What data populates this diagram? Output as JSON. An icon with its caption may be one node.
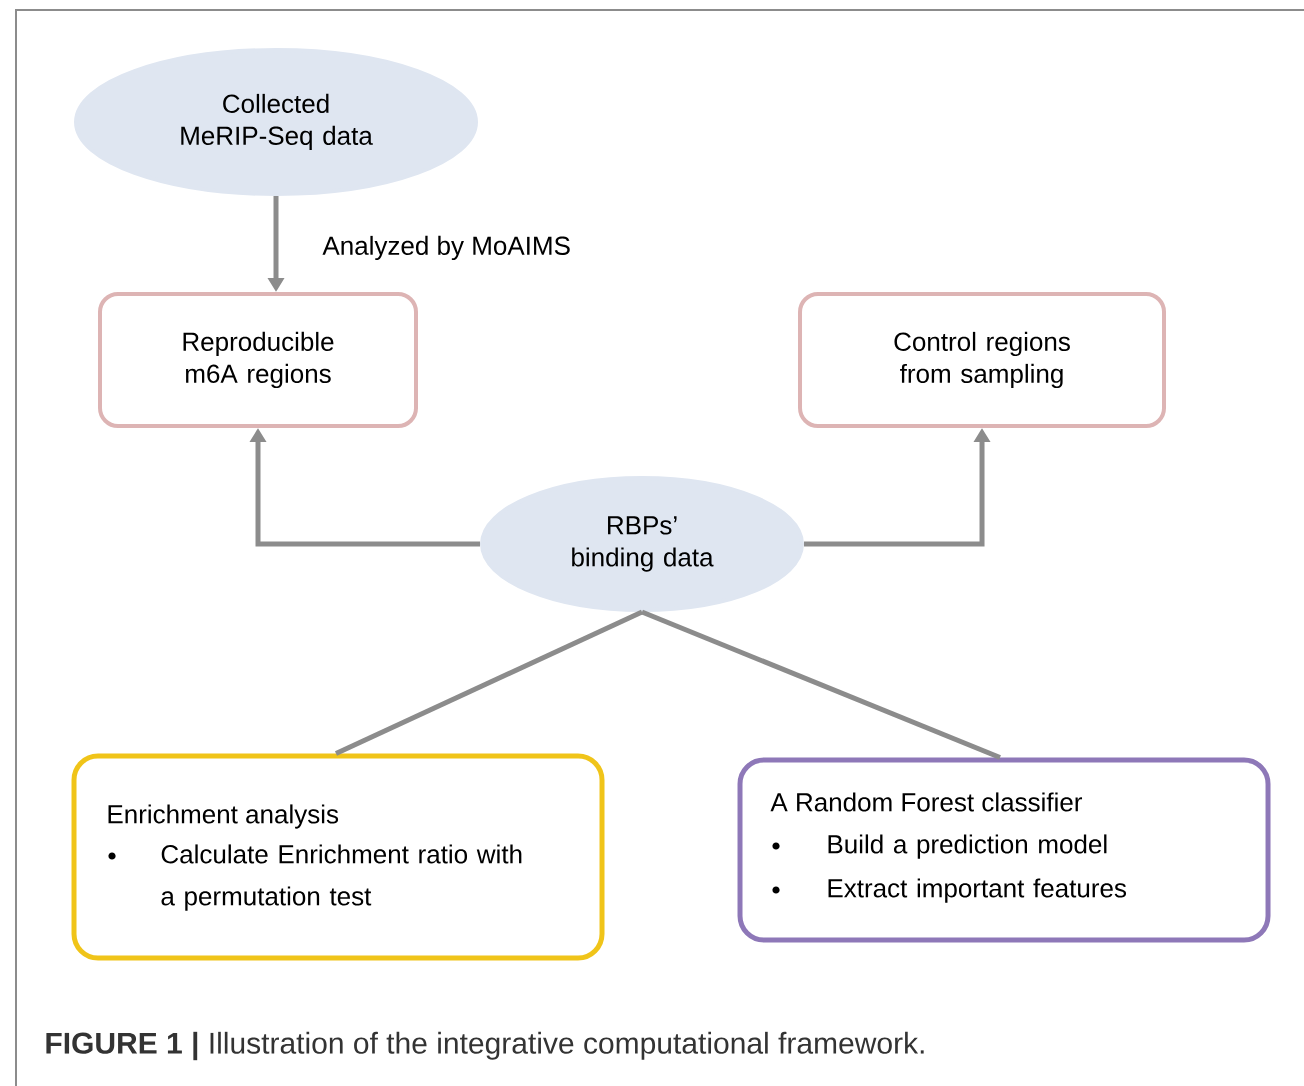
{
  "diagram": {
    "caption": "**FIGURE 1 |** Illustration of the integrative computational framework.",
    "nodes": [
      {
        "text": [
          "Collected MeRIP-Seq data"
        ]
      },
      {
        "text": [
          "Reproducible m6A regions"
        ]
      },
      {
        "text": [
          "Control regions from sampling"
        ]
      },
      {
        "text": [
          "RBPs’ binding data"
        ]
      },
      {
        "text": [
          "Enrichment analysis",
          "Calculate Enrichment ratio with a permutation test"
        ]
      },
      {
        "text": [
          "A Random Forest classifier",
          "Build a prediction model",
          "Extract important features"
        ]
      }
    ],
    "edges": [
      {
        "from": 0,
        "to": 1,
        "arrow": "to",
        "label": "Analyzed by MoAIMS"
      },
      {
        "from": 3,
        "to": 1,
        "arrow": "to"
      },
      {
        "from": 3,
        "to": 2,
        "arrow": "to"
      },
      {
        "from": 3,
        "to": 4,
        "arrow": "none"
      },
      {
        "from": 3,
        "to": 5,
        "arrow": "none"
      }
    ]
  }
}
